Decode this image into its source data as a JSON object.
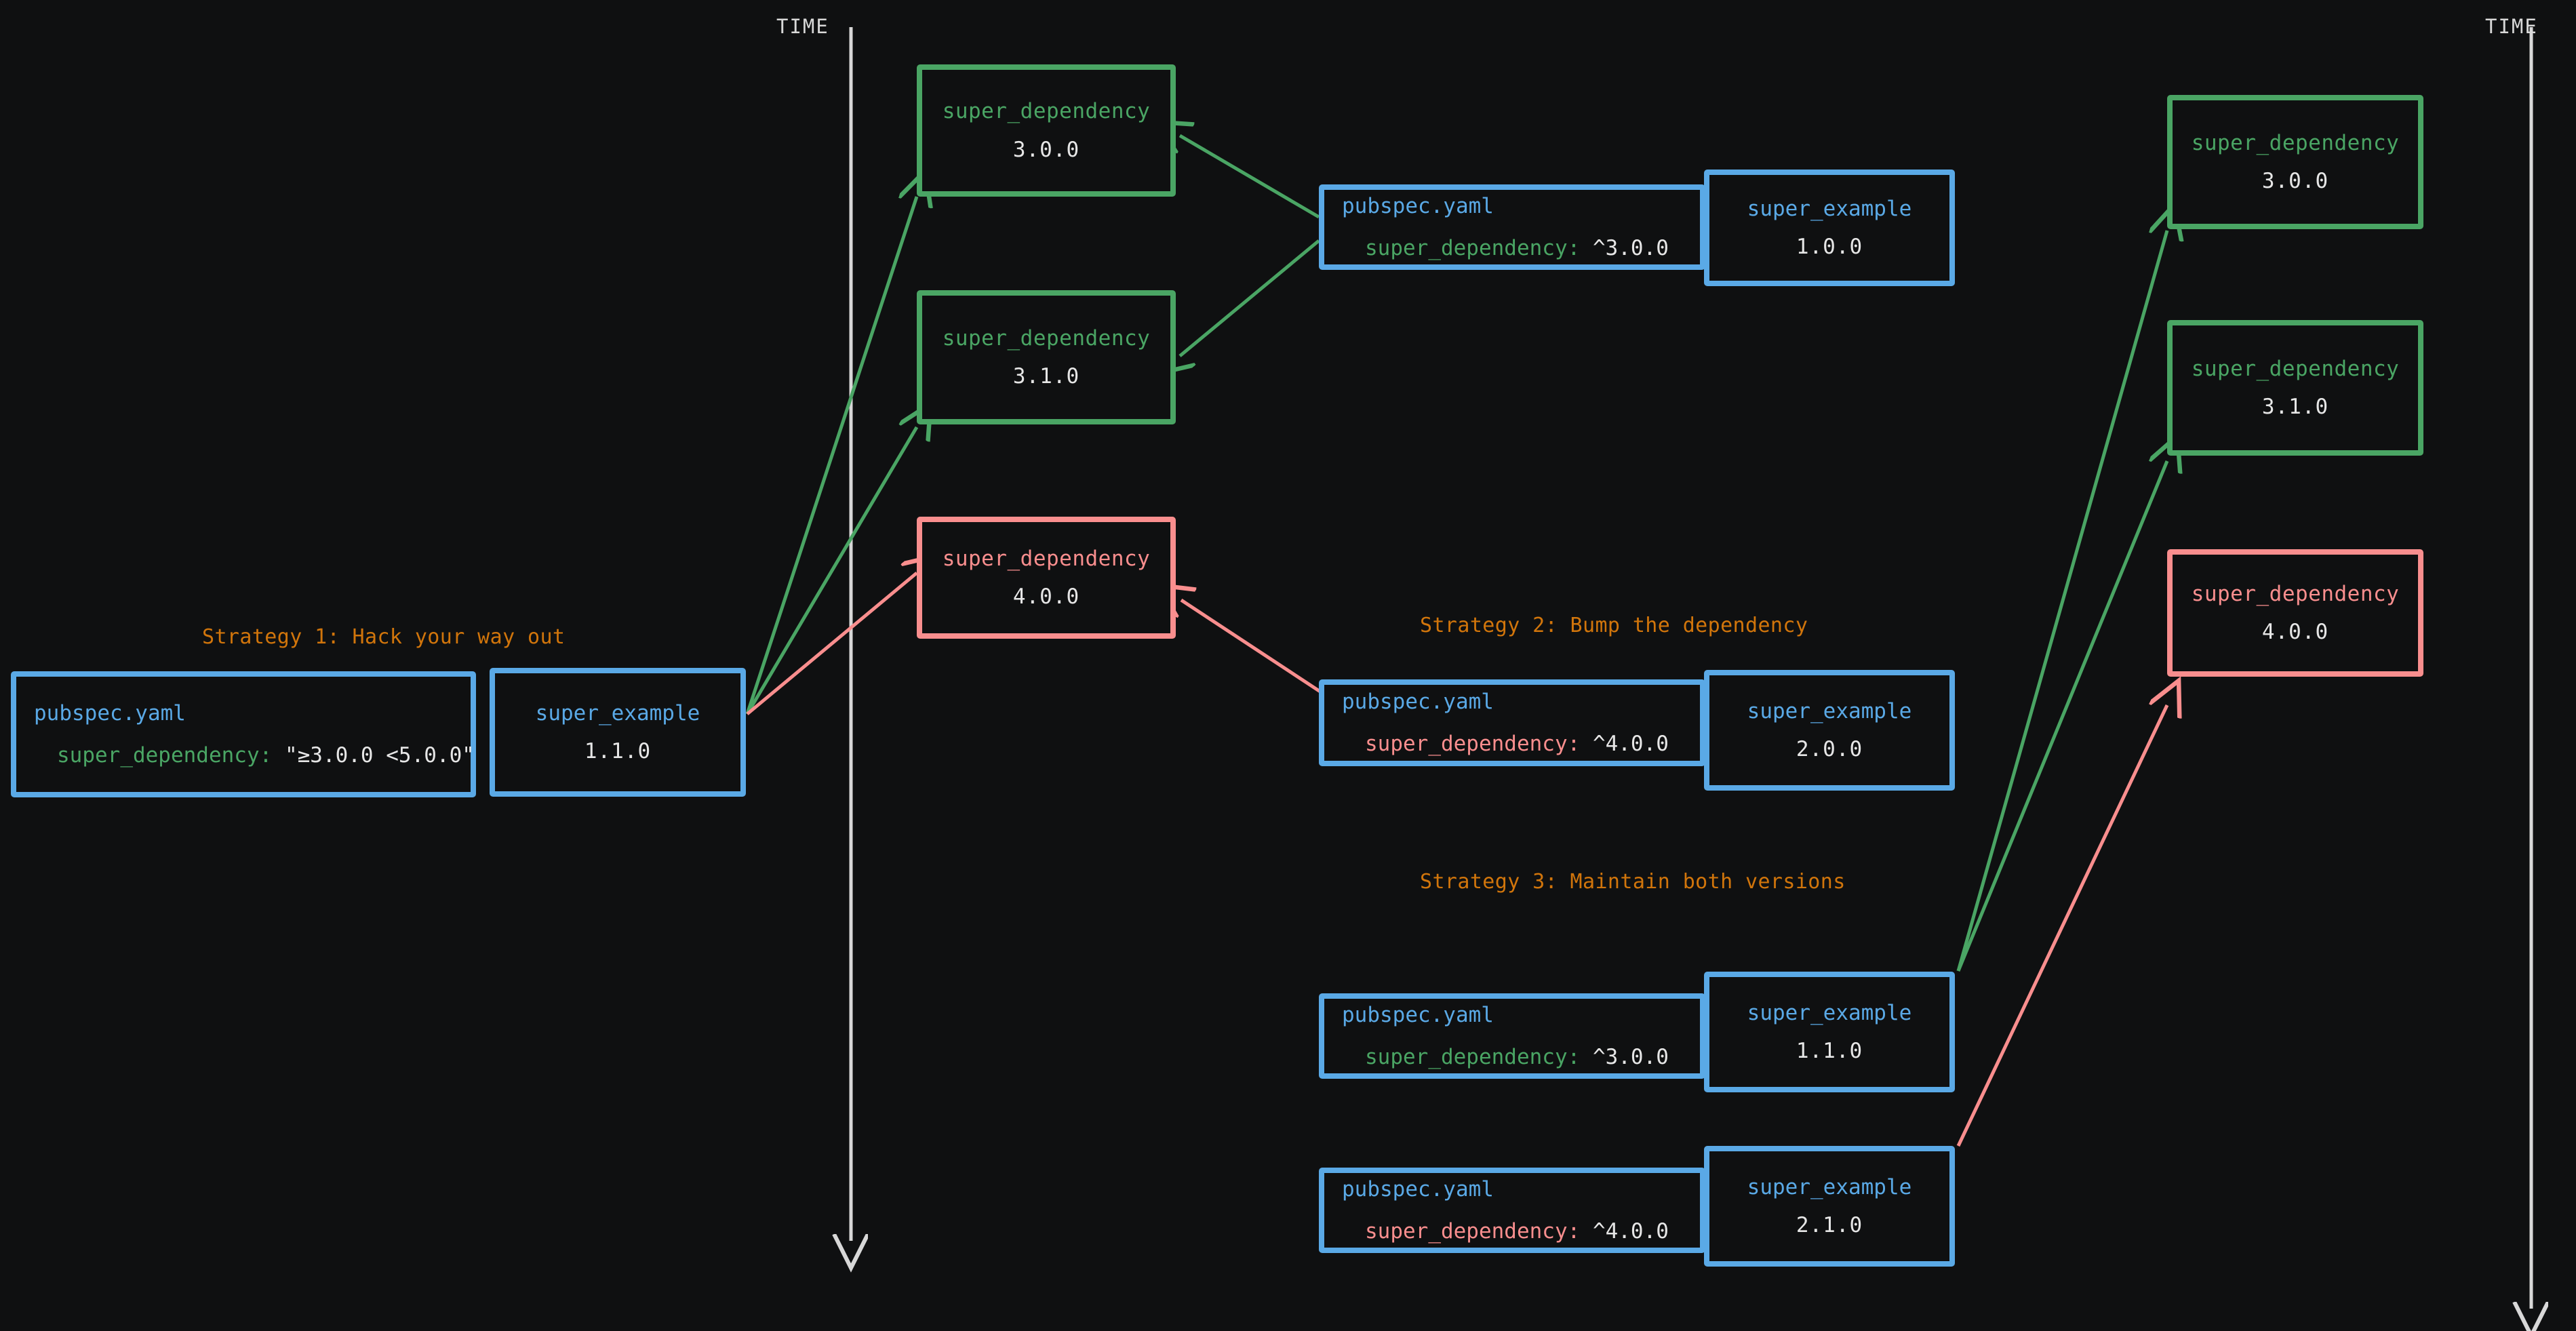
{
  "diagram": {
    "title": "Dependency version resolution strategies",
    "background_color": "#0f1011",
    "colors": {
      "green": "#4aa564",
      "red": "#f98e8e",
      "blue": "#5aa9e6",
      "orange": "#d1750b",
      "white": "#e6e6e6"
    }
  },
  "time_axes": [
    {
      "label": "TIME",
      "side": "left"
    },
    {
      "label": "TIME",
      "side": "right"
    }
  ],
  "strategies": [
    {
      "id": 1,
      "label": "Strategy 1: Hack your way out"
    },
    {
      "id": 2,
      "label": "Strategy 2: Bump the dependency"
    },
    {
      "id": 3,
      "label": "Strategy 3: Maintain both versions"
    }
  ],
  "center_dependencies": [
    {
      "name": "super_dependency",
      "version": "3.0.0",
      "color": "green"
    },
    {
      "name": "super_dependency",
      "version": "3.1.0",
      "color": "green"
    },
    {
      "name": "super_dependency",
      "version": "4.0.0",
      "color": "red"
    }
  ],
  "right_dependencies": [
    {
      "name": "super_dependency",
      "version": "3.0.0",
      "color": "green"
    },
    {
      "name": "super_dependency",
      "version": "3.1.0",
      "color": "green"
    },
    {
      "name": "super_dependency",
      "version": "4.0.0",
      "color": "red"
    }
  ],
  "nodes": {
    "strategy1_yaml": {
      "file": "pubspec.yaml",
      "key": "super_dependency:",
      "value": " \"≥3.0.0 <5.0.0\"",
      "key_color": "green"
    },
    "strategy1_pkg": {
      "name": "super_example",
      "version": "1.1.0"
    },
    "top_yaml": {
      "file": "pubspec.yaml",
      "key": "super_dependency:",
      "value": " ^3.0.0",
      "key_color": "green"
    },
    "top_pkg": {
      "name": "super_example",
      "version": "1.0.0"
    },
    "strategy2_yaml": {
      "file": "pubspec.yaml",
      "key": "super_dependency:",
      "value": " ^4.0.0",
      "key_color": "red"
    },
    "strategy2_pkg": {
      "name": "super_example",
      "version": "2.0.0"
    },
    "strategy3_yaml_a": {
      "file": "pubspec.yaml",
      "key": "super_dependency:",
      "value": " ^3.0.0",
      "key_color": "green"
    },
    "strategy3_pkg_a": {
      "name": "super_example",
      "version": "1.1.0"
    },
    "strategy3_yaml_b": {
      "file": "pubspec.yaml",
      "key": "super_dependency:",
      "value": " ^4.0.0",
      "key_color": "red"
    },
    "strategy3_pkg_b": {
      "name": "super_example",
      "version": "2.1.0"
    }
  }
}
